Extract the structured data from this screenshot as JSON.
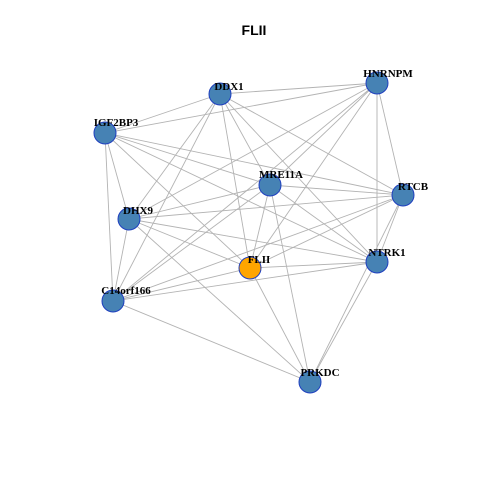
{
  "title": "FLII",
  "colors": {
    "node_default": "#4682b4",
    "node_highlight": "#ffa500",
    "node_border": "#1f3fbf",
    "edge": "#b3b3b3"
  },
  "nodes": [
    {
      "id": "DDX1",
      "label": "DDX1",
      "highlight": false
    },
    {
      "id": "HNRNPM",
      "label": "HNRNPM",
      "highlight": false
    },
    {
      "id": "IGF2BP3",
      "label": "IGF2BP3",
      "highlight": false
    },
    {
      "id": "MRE11A",
      "label": "MRE11A",
      "highlight": false
    },
    {
      "id": "RTCB",
      "label": "RTCB",
      "highlight": false
    },
    {
      "id": "DHX9",
      "label": "DHX9",
      "highlight": false
    },
    {
      "id": "FLII",
      "label": "FLII",
      "highlight": true
    },
    {
      "id": "NTRK1",
      "label": "NTRK1",
      "highlight": false
    },
    {
      "id": "C14orf166",
      "label": "C14orf166",
      "highlight": false
    },
    {
      "id": "PRKDC",
      "label": "PRKDC",
      "highlight": false
    }
  ],
  "edges": [
    [
      "DDX1",
      "HNRNPM"
    ],
    [
      "DDX1",
      "IGF2BP3"
    ],
    [
      "DDX1",
      "MRE11A"
    ],
    [
      "DDX1",
      "RTCB"
    ],
    [
      "DDX1",
      "DHX9"
    ],
    [
      "DDX1",
      "FLII"
    ],
    [
      "DDX1",
      "NTRK1"
    ],
    [
      "DDX1",
      "C14orf166"
    ],
    [
      "HNRNPM",
      "IGF2BP3"
    ],
    [
      "HNRNPM",
      "MRE11A"
    ],
    [
      "HNRNPM",
      "RTCB"
    ],
    [
      "HNRNPM",
      "DHX9"
    ],
    [
      "HNRNPM",
      "FLII"
    ],
    [
      "HNRNPM",
      "NTRK1"
    ],
    [
      "HNRNPM",
      "C14orf166"
    ],
    [
      "IGF2BP3",
      "MRE11A"
    ],
    [
      "IGF2BP3",
      "RTCB"
    ],
    [
      "IGF2BP3",
      "DHX9"
    ],
    [
      "IGF2BP3",
      "FLII"
    ],
    [
      "IGF2BP3",
      "NTRK1"
    ],
    [
      "IGF2BP3",
      "C14orf166"
    ],
    [
      "MRE11A",
      "RTCB"
    ],
    [
      "MRE11A",
      "DHX9"
    ],
    [
      "MRE11A",
      "FLII"
    ],
    [
      "MRE11A",
      "NTRK1"
    ],
    [
      "MRE11A",
      "C14orf166"
    ],
    [
      "MRE11A",
      "PRKDC"
    ],
    [
      "RTCB",
      "DHX9"
    ],
    [
      "RTCB",
      "FLII"
    ],
    [
      "RTCB",
      "NTRK1"
    ],
    [
      "RTCB",
      "C14orf166"
    ],
    [
      "RTCB",
      "PRKDC"
    ],
    [
      "DHX9",
      "FLII"
    ],
    [
      "DHX9",
      "NTRK1"
    ],
    [
      "DHX9",
      "C14orf166"
    ],
    [
      "DHX9",
      "PRKDC"
    ],
    [
      "FLII",
      "NTRK1"
    ],
    [
      "FLII",
      "C14orf166"
    ],
    [
      "FLII",
      "PRKDC"
    ],
    [
      "NTRK1",
      "C14orf166"
    ],
    [
      "NTRK1",
      "PRKDC"
    ],
    [
      "C14orf166",
      "PRKDC"
    ]
  ]
}
